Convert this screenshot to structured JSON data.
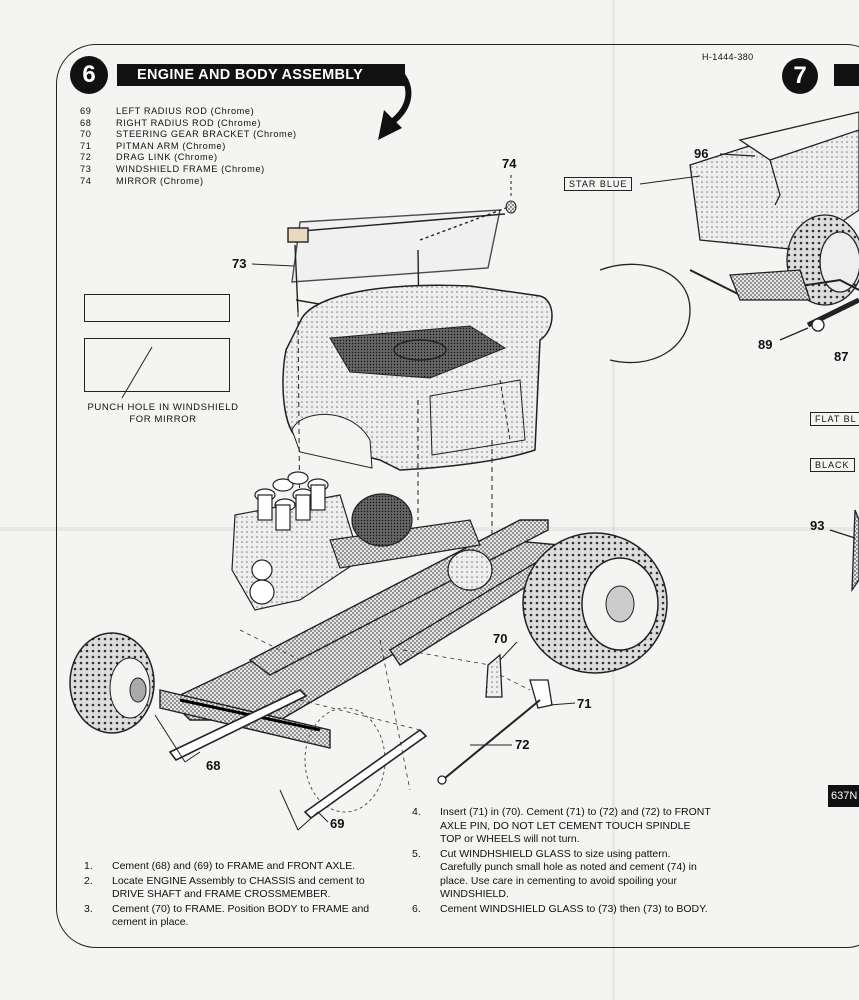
{
  "header": {
    "step_number": "6",
    "title": "ENGINE AND BODY ASSEMBLY",
    "code": "H-1444-380",
    "next_step_number": "7"
  },
  "parts": [
    {
      "num": "69",
      "name": "LEFT RADIUS ROD (Chrome)"
    },
    {
      "num": "68",
      "name": "RIGHT RADIUS ROD (Chrome)"
    },
    {
      "num": "70",
      "name": "STEERING GEAR BRACKET (Chrome)"
    },
    {
      "num": "71",
      "name": "PITMAN ARM (Chrome)"
    },
    {
      "num": "72",
      "name": "DRAG LINK (Chrome)"
    },
    {
      "num": "73",
      "name": "WINDSHIELD FRAME (Chrome)"
    },
    {
      "num": "74",
      "name": "MIRROR (Chrome)"
    }
  ],
  "callouts": {
    "c74": "74",
    "c73": "73",
    "c70": "70",
    "c71": "71",
    "c72": "72",
    "c68": "68",
    "c69": "69",
    "c96": "96",
    "c89": "89",
    "c87": "87",
    "c93": "93"
  },
  "labels": {
    "star_blue": "STAR BLUE",
    "flat": "FLAT BL",
    "black": "BLACK",
    "punch_hole": "PUNCH HOLE IN WINDSHIELD FOR MIRROR",
    "page_tag": "637N"
  },
  "instructions_left": [
    {
      "n": "1.",
      "text": "Cement (68) and (69) to FRAME and FRONT AXLE."
    },
    {
      "n": "2.",
      "text": "Locate ENGINE Assembly to CHASSIS and cement to DRIVE SHAFT and FRAME CROSSMEMBER."
    },
    {
      "n": "3.",
      "text": "Cement (70) to FRAME. Position BODY to FRAME and cement in place."
    }
  ],
  "instructions_right": [
    {
      "n": "4.",
      "text": "Insert (71) in (70). Cement (71) to (72) and (72) to FRONT AXLE PIN, DO NOT LET CEMENT TOUCH SPINDLE TOP or WHEELS will not turn."
    },
    {
      "n": "5.",
      "text": "Cut WINDHSHIELD GLASS to size using pattern. Carefully punch small hole as noted and cement (74) in place. Use care in cementing to avoid spoiling your WINDSHIELD."
    },
    {
      "n": "6.",
      "text": "Cement WINDSHIELD GLASS to (73) then (73) to BODY."
    }
  ]
}
